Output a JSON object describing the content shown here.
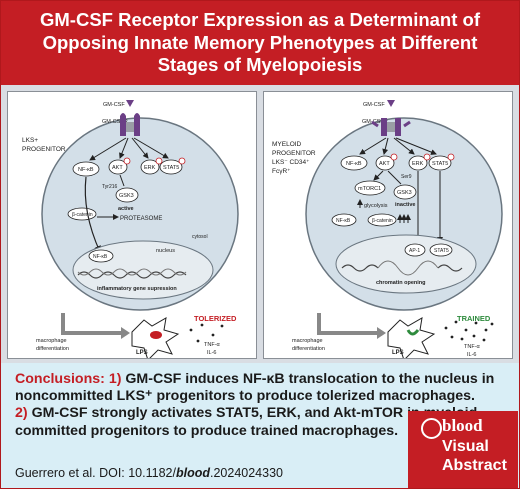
{
  "title": "GM-CSF Receptor Expression as a Determinant of\nOpposing Innate Memory Phenotypes at Different\nStages of Myelopoiesis",
  "left_panel": {
    "ligand": "GM-CSF",
    "receptor": "GM-CSFR",
    "cell_type_line1": "LKS+",
    "cell_type_line2": "PROGENITOR",
    "nfkb": "NF-κB",
    "akt": "AKT",
    "erk": "ERK",
    "stat5": "STAT5",
    "gsk3": "GSK3",
    "phospho_site": "Tyr216",
    "gsk3_state": "active",
    "beta_catenin": "β-catenin",
    "proteasome": "PROTEASOME",
    "nucleus": "nucleus",
    "cytosol": "cytosol",
    "nuclear_nfkb": "NF-κB",
    "chromatin_label": "inflammatory gene supression",
    "phenotype": "TOLERIZED",
    "differentiation_line1": "macrophage",
    "differentiation_line2": "differentiation",
    "lps": "LPS",
    "cytokine1": "TNF-α",
    "cytokine2": "IL-6"
  },
  "right_panel": {
    "ligand": "GM-CSF",
    "receptor": "GM-CSFR",
    "cell_type_line1": "MYELOID",
    "cell_type_line2": "PROGENITOR",
    "cell_type_line3": "LKS⁻ CD34⁺",
    "cell_type_line4": "FcγR⁺",
    "nfkb": "NF-κB",
    "akt": "AKT",
    "erk": "ERK",
    "stat5": "STAT5",
    "mtorc1": "mTORC1",
    "gsk3": "GSK3",
    "phospho_site": "Ser9",
    "gsk3_state": "inactive",
    "glycolysis": "glycolysis",
    "nfkb_low": "NF-κB",
    "beta_catenin": "β-catenin",
    "ap1": "AP-1",
    "nuclear_stat5": "STAT5",
    "chromatin_label": "chromatin opening",
    "phenotype": "TRAINED",
    "differentiation_line1": "macrophage",
    "differentiation_line2": "differentiation",
    "lps": "LPS",
    "cytokine1": "TNF-α",
    "cytokine2": "IL-6"
  },
  "conclusions": {
    "label": "Conclusions:",
    "point1_num": "1)",
    "point1": "GM-CSF induces NF-κB translocation to the nucleus in noncommitted LKS⁺ progenitors to produce tolerized macrophages.",
    "point2_num": "2)",
    "point2": "GM-CSF strongly activates STAT5, ERK, and Akt-mTOR in myeloid-committed progenitors to produce trained macrophages."
  },
  "citation": {
    "prefix": "Guerrero et al. DOI: 10.1182/",
    "journal": "blood",
    "suffix": ".2024024330"
  },
  "badge": {
    "brand": "blood",
    "line1": "Visual",
    "line2": "Abstract"
  },
  "colors": {
    "brand_red": "#c41e24",
    "purple": "#6b3f86",
    "trained_green": "#2e8b3d",
    "tolerized_red": "#c41e24",
    "cell_fill": "#d3dfe8"
  }
}
